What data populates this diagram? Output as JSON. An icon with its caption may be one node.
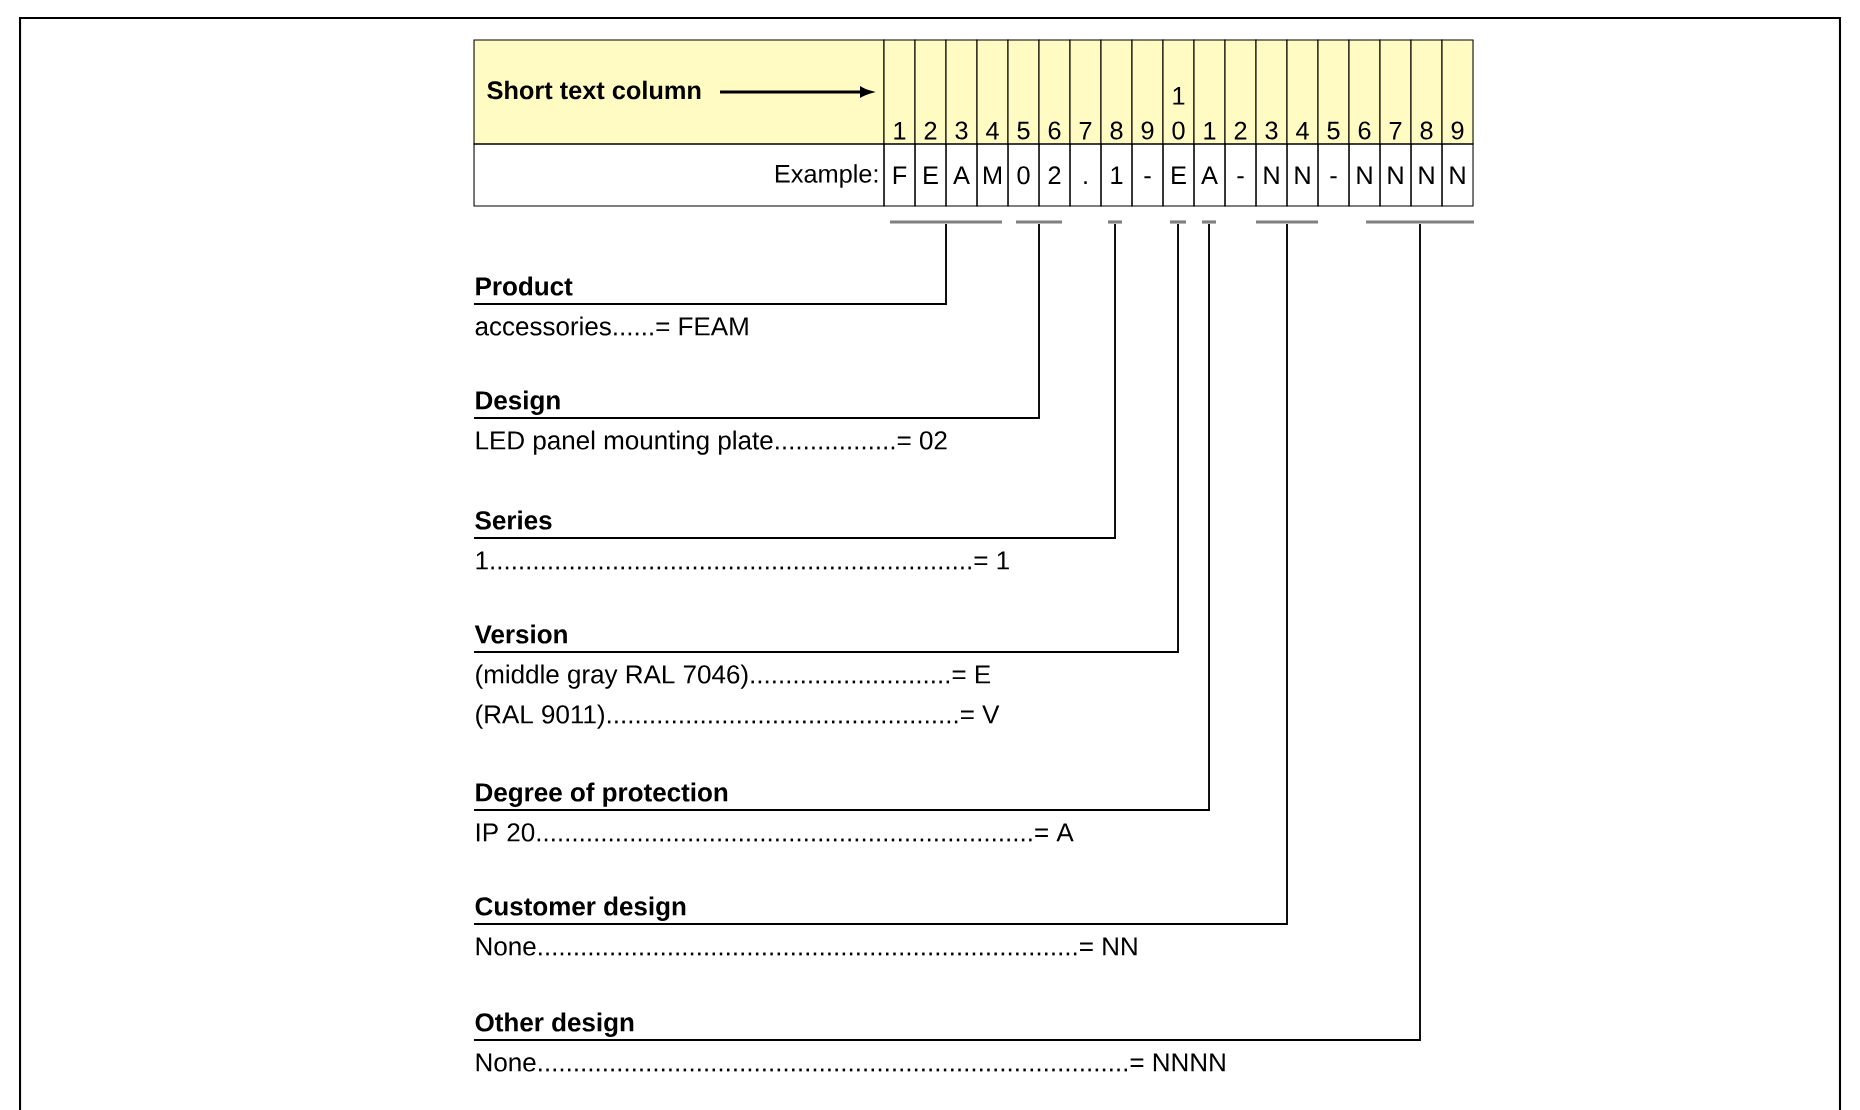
{
  "diagram": {
    "nodes": [
      {
        "text": [],
        "shape": "bar"
      },
      {
        "text": [],
        "shape": "bar"
      },
      {
        "text": [],
        "shape": "bar"
      },
      {
        "text": [],
        "shape": "bar"
      },
      {
        "text": [],
        "shape": "bar"
      },
      {
        "text": [],
        "shape": "bar"
      },
      {
        "text": [],
        "shape": "bar"
      },
      {
        "text": [
          "Product",
          "accessories......= FEAM"
        ]
      },
      {
        "text": [
          "Design",
          "LED panel mounting plate.................= 02"
        ]
      },
      {
        "text": [
          "Series",
          "1...................................................................= 1"
        ]
      },
      {
        "text": [
          "Version",
          "(middle gray RAL 7046)............................= E",
          "(RAL 9011).................................................= V"
        ]
      },
      {
        "text": [
          "Degree of protection",
          "IP 20.....................................................................= A"
        ]
      },
      {
        "text": [
          "Customer design",
          "None...........................................................................= NN"
        ]
      },
      {
        "text": [
          "Other design",
          "None..................................................................................= NNNN"
        ]
      }
    ],
    "edges": [
      {
        "from": 7,
        "to": 0,
        "arrow": "none"
      },
      {
        "from": 8,
        "to": 1,
        "arrow": "none"
      },
      {
        "from": 9,
        "to": 2,
        "arrow": "none"
      },
      {
        "from": 10,
        "to": 3,
        "arrow": "none"
      },
      {
        "from": 11,
        "to": 4,
        "arrow": "none"
      },
      {
        "from": 12,
        "to": 5,
        "arrow": "none"
      },
      {
        "from": 13,
        "to": 6,
        "arrow": "none"
      }
    ],
    "labels": [
      "Short text column",
      "1",
      "2",
      "3",
      "4",
      "5",
      "6",
      "7",
      "8",
      "9",
      "1 0",
      "1",
      "2",
      "3",
      "4",
      "5",
      "6",
      "7",
      "8",
      "9",
      "Example:",
      "F",
      "E",
      "A",
      "M",
      "0",
      "2",
      ".",
      "1",
      "-",
      "E",
      "A",
      "-",
      "N",
      "N",
      "-",
      "N",
      "N",
      "N",
      "N"
    ]
  }
}
